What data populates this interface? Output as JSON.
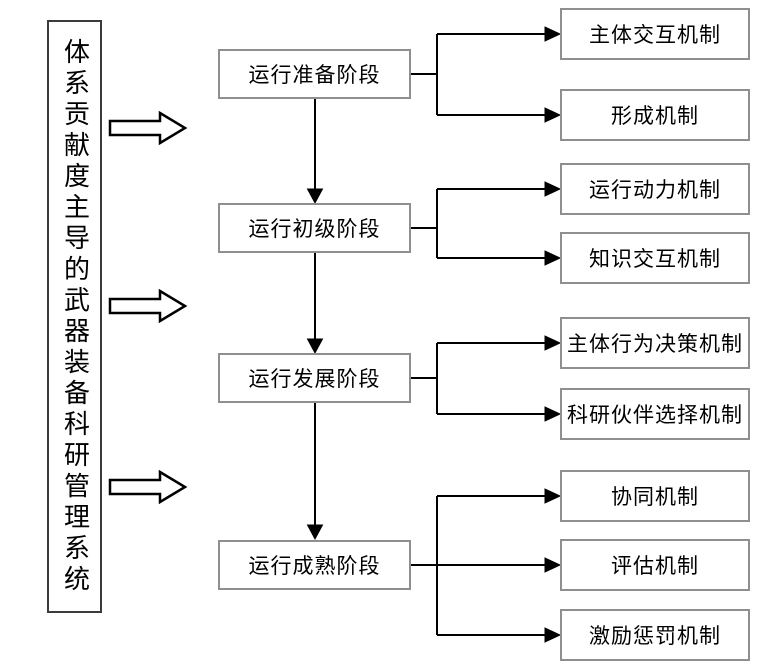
{
  "diagram": {
    "type": "flowchart",
    "orientation": "left-to-right"
  },
  "left_panel": {
    "label": "体系贡献度主导的武器装备科研管理系统"
  },
  "stages": [
    {
      "label": "运行准备阶段",
      "mechanism_indexes": [
        0,
        1
      ]
    },
    {
      "label": "运行初级阶段",
      "mechanism_indexes": [
        2,
        3
      ]
    },
    {
      "label": "运行发展阶段",
      "mechanism_indexes": [
        4,
        5
      ]
    },
    {
      "label": "运行成熟阶段",
      "mechanism_indexes": [
        6,
        7,
        8
      ]
    }
  ],
  "mechanisms": [
    {
      "label": "主体交互机制"
    },
    {
      "label": "形成机制"
    },
    {
      "label": "运行动力机制"
    },
    {
      "label": "知识交互机制"
    },
    {
      "label": "主体行为决策机制"
    },
    {
      "label": "科研伙伴选择机制"
    },
    {
      "label": "协同机制"
    },
    {
      "label": "评估机制"
    },
    {
      "label": "激励惩罚机制"
    }
  ],
  "colors": {
    "background": "#ffffff",
    "text": "#000000",
    "line": "#000000",
    "box_border": "#8f8f8f",
    "panel_border": "#3b3b3b"
  }
}
